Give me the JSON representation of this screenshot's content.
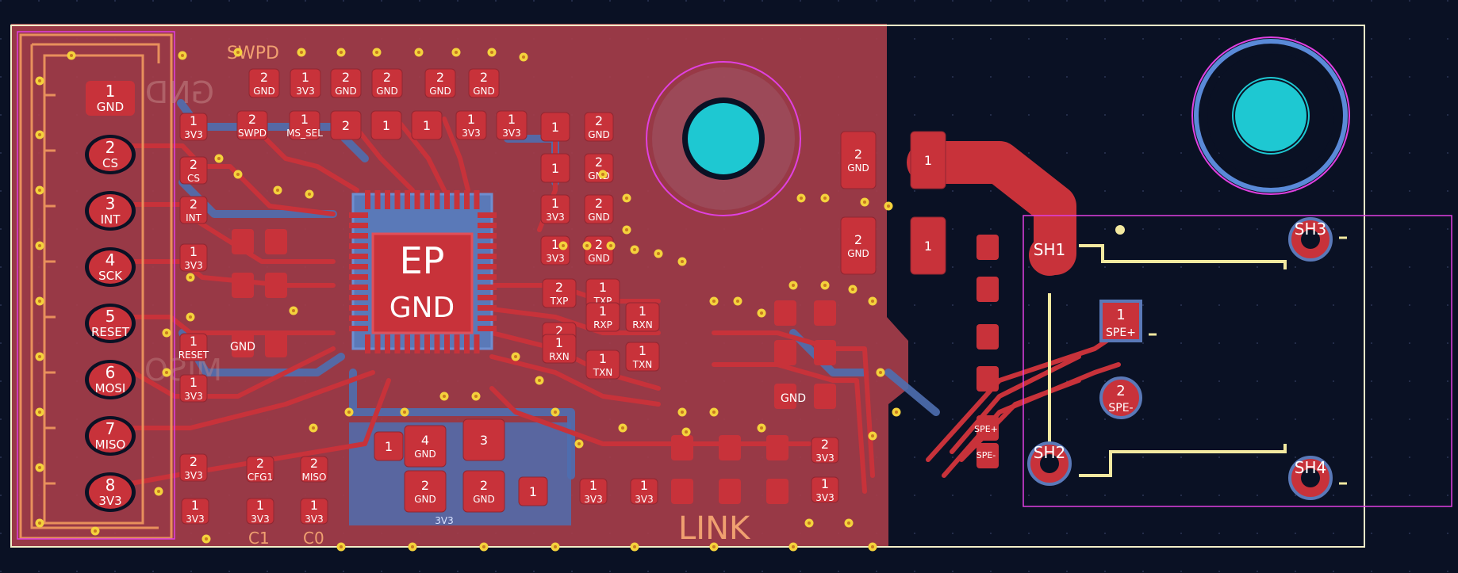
{
  "viewer": {
    "background": "#0a1124",
    "colors": {
      "copper": "#c8323a",
      "copper_dark": "#8f2631",
      "pour": "#a53d4a",
      "inner": "#4e6fb0",
      "silk": "#f0a070",
      "courtyard": "#e040e0",
      "edge": "#f3efc8",
      "via": "#f4d23c",
      "hole": "#1ec8d2",
      "pad_text": "#ffffff"
    }
  },
  "silkscreen": {
    "swpd": "SWPD",
    "link": "LINK",
    "c1": "C1",
    "c0": "C0",
    "mirrored_gnd": "GND",
    "mirrored_vio": "MISO"
  },
  "ic": {
    "ep_label": "EP",
    "net": "GND"
  },
  "header_pins": [
    {
      "num": "1",
      "net": "GND",
      "square": true
    },
    {
      "num": "2",
      "net": "CS"
    },
    {
      "num": "3",
      "net": "INT"
    },
    {
      "num": "4",
      "net": "SCK"
    },
    {
      "num": "5",
      "net": "RESET"
    },
    {
      "num": "6",
      "net": "MOSI"
    },
    {
      "num": "7",
      "net": "MISO"
    },
    {
      "num": "8",
      "net": "3V3"
    }
  ],
  "top_row_pads": [
    {
      "num": "2",
      "net": "GND"
    },
    {
      "num": "1",
      "net": "3V3"
    },
    {
      "num": "2",
      "net": "GND"
    },
    {
      "num": "2",
      "net": "GND"
    },
    {
      "num": "2",
      "net": "GND"
    },
    {
      "num": "2",
      "net": "GND"
    }
  ],
  "second_row_pads": [
    {
      "num": "2",
      "net": "SWPD"
    },
    {
      "num": "1",
      "net": "MS_SEL"
    },
    {
      "num": "2",
      "net": ""
    },
    {
      "num": "1",
      "net": ""
    },
    {
      "num": "1",
      "net": ""
    },
    {
      "num": "1",
      "net": "3V3"
    },
    {
      "num": "1",
      "net": "3V3"
    }
  ],
  "left_pads": [
    {
      "num": "1",
      "net": "3V3"
    },
    {
      "num": "2",
      "net": "CS"
    },
    {
      "num": "2",
      "net": "INT"
    },
    {
      "num": "1",
      "net": "3V3"
    },
    {
      "num": "1",
      "net": "RESET"
    },
    {
      "num": "1",
      "net": "3V3"
    },
    {
      "num": "2",
      "net": "3V3"
    }
  ],
  "right_small_pads": [
    {
      "num": "1",
      "net": ""
    },
    {
      "num": "2",
      "net": "GND"
    },
    {
      "num": "1",
      "net": ""
    },
    {
      "num": "2",
      "net": "GND"
    },
    {
      "num": "1",
      "net": "3V3"
    },
    {
      "num": "2",
      "net": "GND"
    },
    {
      "num": "1",
      "net": "3V3"
    },
    {
      "num": "2",
      "net": "GND"
    }
  ],
  "phy_pads": [
    {
      "num": "2",
      "net": "TXP"
    },
    {
      "num": "1",
      "net": "TXP"
    },
    {
      "num": "2",
      "net": "RXP"
    },
    {
      "num": "1",
      "net": "RXP"
    },
    {
      "num": "1",
      "net": "RXN"
    },
    {
      "num": "1",
      "net": "TXN"
    },
    {
      "num": "1",
      "net": "RXN"
    },
    {
      "num": "1",
      "net": "TXN"
    }
  ],
  "crystal_pads": [
    {
      "num": "4",
      "net": "GND"
    },
    {
      "num": "3",
      "net": ""
    },
    {
      "num": "1",
      "net": ""
    },
    {
      "num": "2",
      "net": "GND"
    },
    {
      "num": "2",
      "net": "GND"
    },
    {
      "num": "1",
      "net": ""
    }
  ],
  "bottom_left_pads": [
    {
      "num": "2",
      "net": "CFG1"
    },
    {
      "num": "2",
      "net": "MISO"
    },
    {
      "num": "1",
      "net": "3V3"
    },
    {
      "num": "1",
      "net": "3V3"
    },
    {
      "num": "1",
      "net": "3V3"
    }
  ],
  "bottom_row_pads": [
    {
      "num": "1",
      "net": "3V3"
    },
    {
      "num": "1",
      "net": "3V3"
    },
    {
      "num": "2",
      "net": "3V3"
    },
    {
      "num": "1",
      "net": "3V3"
    }
  ],
  "big_caps": [
    {
      "num": "2",
      "net": "GND"
    },
    {
      "num": "1",
      "net": ""
    },
    {
      "num": "2",
      "net": "GND"
    },
    {
      "num": "1",
      "net": ""
    }
  ],
  "connector": {
    "spe_plus": {
      "num": "1",
      "net": "SPE+"
    },
    "spe_minus": {
      "num": "2",
      "net": "SPE-"
    },
    "sh1": "SH1",
    "sh2": "SH2",
    "sh3": "SH3",
    "sh4": "SH4"
  },
  "misc_labels": {
    "gnd_pad": "GND",
    "rail": "3V3",
    "spe_small_plus": "SPE+",
    "spe_small_minus": "SPE-"
  }
}
